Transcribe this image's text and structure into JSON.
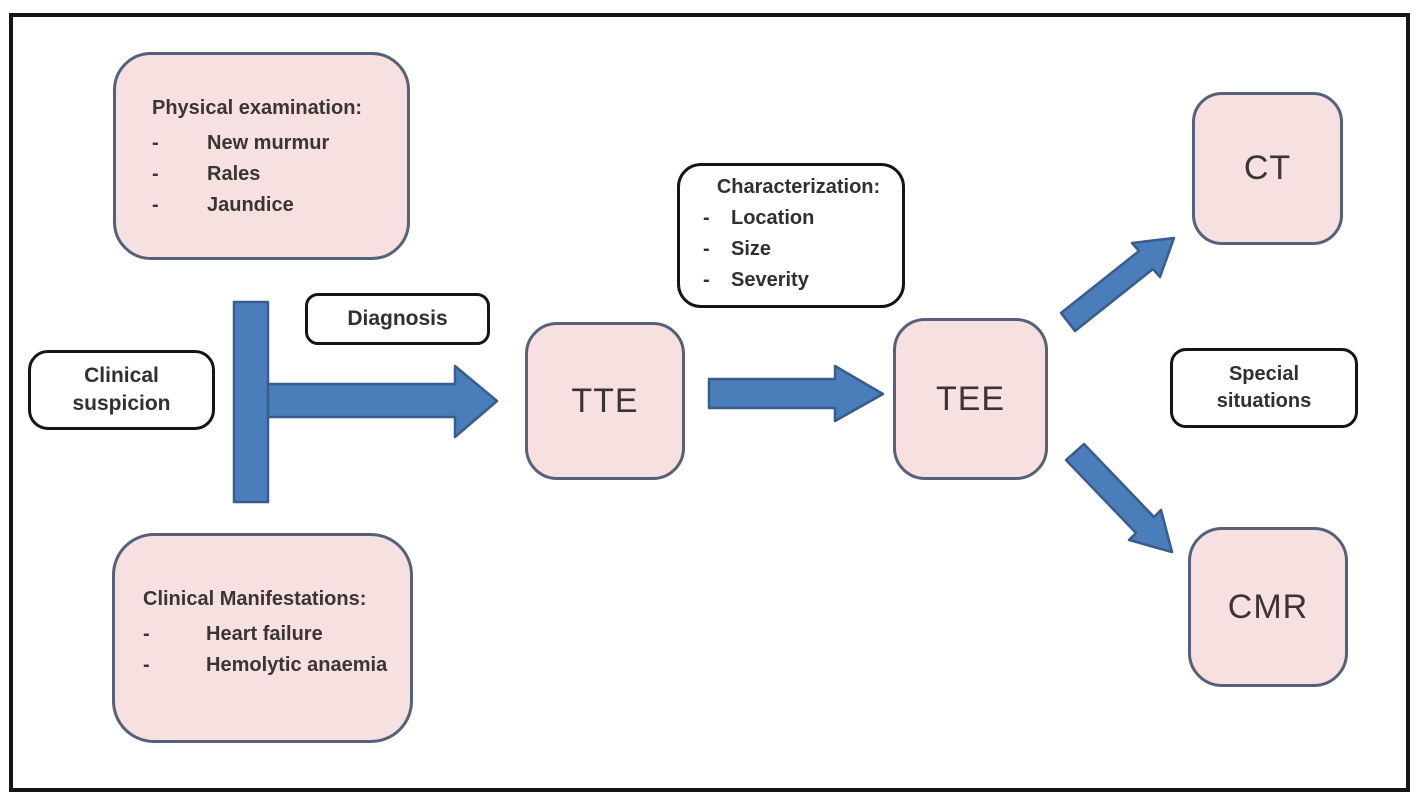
{
  "bullet": "-",
  "colors": {
    "canvas_bg": "#ffffff",
    "frame_border": "#151515",
    "node_fill": "#f6e1e0",
    "node_border": "#55617a",
    "node_text": "#3a3433",
    "label_box_border": "#151515",
    "label_text": "#303030",
    "arrow_fill": "#4a7ebb",
    "arrow_outline": "#395c8c"
  },
  "nodes": {
    "physical_examination": {
      "title": "Physical examination:",
      "items": [
        "New murmur",
        "Rales",
        "Jaundice"
      ]
    },
    "clinical_manifestations": {
      "title": "Clinical Manifestations:",
      "items": [
        "Heart failure",
        "Hemolytic anaemia"
      ]
    },
    "tte": {
      "label": "TTE"
    },
    "tee": {
      "label": "TEE"
    },
    "ct": {
      "label": "CT"
    },
    "cmr": {
      "label": "CMR"
    }
  },
  "annotations": {
    "clinical_suspicion": "Clinical suspicion",
    "diagnosis": "Diagnosis",
    "characterization": {
      "title": "Characterization:",
      "items": [
        "Location",
        "Size",
        "Severity"
      ]
    },
    "special_situations": "Special situations"
  },
  "arrows": [
    {
      "name": "junction-bar",
      "from": "clinical findings",
      "to": "junction"
    },
    {
      "name": "junction-to-tte",
      "from": "clinical suspicion junction",
      "to": "TTE",
      "label": "Diagnosis"
    },
    {
      "name": "tte-to-tee",
      "from": "TTE",
      "to": "TEE",
      "label": "Characterization"
    },
    {
      "name": "tee-to-ct",
      "from": "TEE",
      "to": "CT",
      "label": "Special situations"
    },
    {
      "name": "tee-to-cmr",
      "from": "TEE",
      "to": "CMR",
      "label": "Special situations"
    }
  ]
}
